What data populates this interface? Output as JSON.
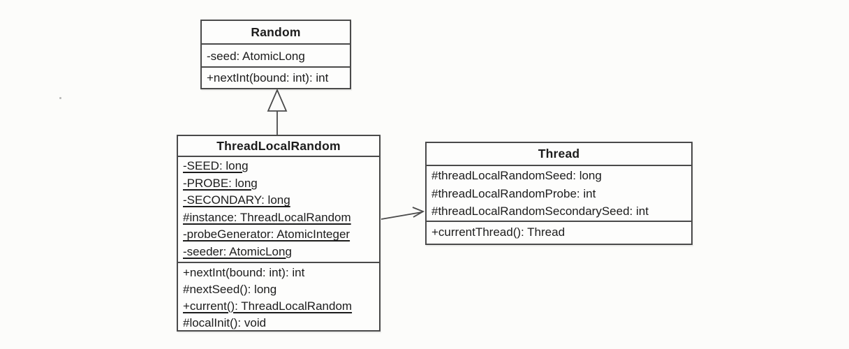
{
  "diagram": {
    "kind": "uml-class-diagram",
    "colors": {
      "border": "#4a4a4a",
      "text": "#1c1c1c",
      "background": "#fcfcfa"
    },
    "classes": [
      {
        "name": "Random",
        "attributes": [
          {
            "text": "-seed: AtomicLong",
            "static": false
          }
        ],
        "methods": [
          {
            "text": "+nextInt(bound: int): int",
            "static": false
          }
        ]
      },
      {
        "name": "ThreadLocalRandom",
        "attributes": [
          {
            "text": "-SEED: long",
            "static": true
          },
          {
            "text": "-PROBE: long",
            "static": true
          },
          {
            "text": "-SECONDARY: long",
            "static": true
          },
          {
            "text": "#instance: ThreadLocalRandom",
            "static": true
          },
          {
            "text": "-probeGenerator: AtomicInteger",
            "static": true
          },
          {
            "text": "-seeder: AtomicLong",
            "static": true
          }
        ],
        "methods": [
          {
            "text": "+nextInt(bound: int): int",
            "static": false
          },
          {
            "text": "#nextSeed(): long",
            "static": false
          },
          {
            "text": "+current(): ThreadLocalRandom",
            "static": true
          },
          {
            "text": "#localInit(): void",
            "static": false
          }
        ]
      },
      {
        "name": "Thread",
        "attributes": [
          {
            "text": "#threadLocalRandomSeed: long",
            "static": false
          },
          {
            "text": "#threadLocalRandomProbe: int",
            "static": false
          },
          {
            "text": "#threadLocalRandomSecondarySeed: int",
            "static": false
          }
        ],
        "methods": [
          {
            "text": "+currentThread(): Thread",
            "static": false
          }
        ]
      }
    ],
    "relationships": [
      {
        "from": "ThreadLocalRandom",
        "to": "Random",
        "type": "generalization"
      },
      {
        "from": "ThreadLocalRandom",
        "to": "Thread",
        "type": "association"
      }
    ]
  }
}
